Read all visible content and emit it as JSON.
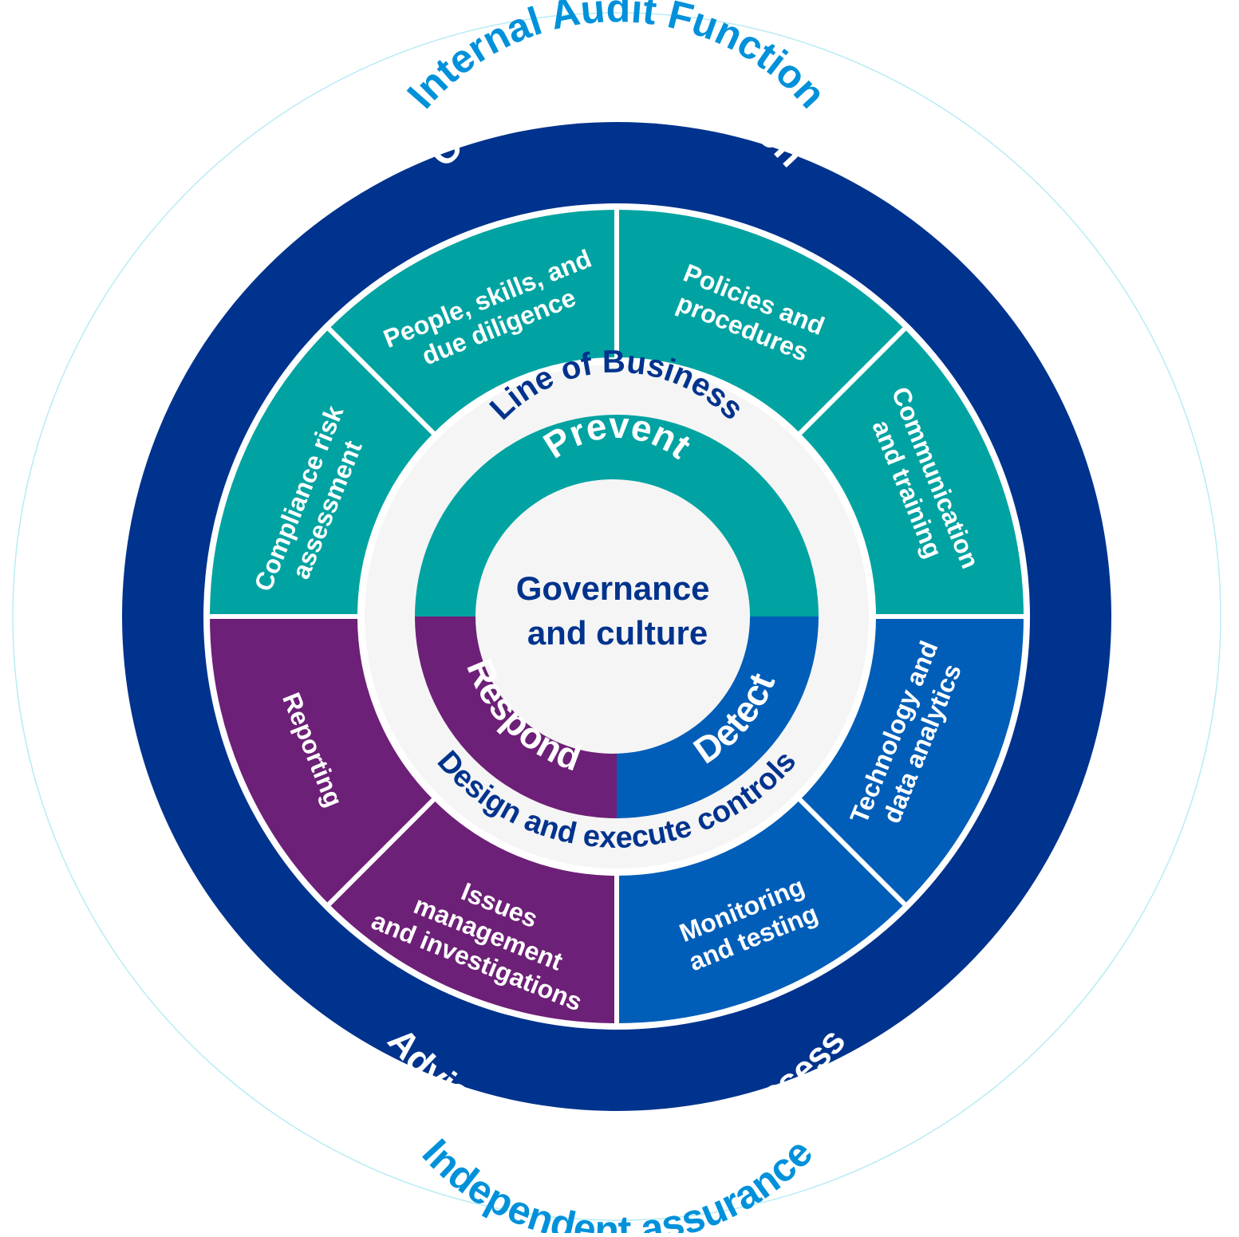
{
  "outer_ring": {
    "top_label": "Internal Audit Function",
    "bottom_label": "Independent assurance"
  },
  "compliance_ring": {
    "top_label": "Compliance Function",
    "bottom_label": "Advise, challenge, and assess"
  },
  "segments": [
    {
      "id": "people",
      "lines": [
        "People, skills, and",
        "due diligence"
      ],
      "group": "prevent"
    },
    {
      "id": "policies",
      "lines": [
        "Policies and",
        "procedures"
      ],
      "group": "prevent"
    },
    {
      "id": "communication",
      "lines": [
        "Communication",
        "and training"
      ],
      "group": "prevent"
    },
    {
      "id": "technology",
      "lines": [
        "Technology and",
        "data analytics"
      ],
      "group": "detect"
    },
    {
      "id": "monitoring",
      "lines": [
        "Monitoring",
        "and testing"
      ],
      "group": "detect"
    },
    {
      "id": "issues",
      "lines": [
        "Issues",
        "management",
        "and investigations"
      ],
      "group": "respond"
    },
    {
      "id": "reporting",
      "lines": [
        "Reporting"
      ],
      "group": "respond"
    },
    {
      "id": "risk",
      "lines": [
        "Compliance risk",
        "assessment"
      ],
      "group": "prevent"
    }
  ],
  "business_ring": {
    "top_label": "Line of Business",
    "bottom_label": "Design and execute controls"
  },
  "inner_ring": {
    "prevent_label": "Prevent",
    "detect_label": "Detect",
    "respond_label": "Respond"
  },
  "center": {
    "lines": [
      "Governance",
      "and culture"
    ]
  },
  "colors": {
    "prevent": "#00a3a1",
    "detect": "#005eb8",
    "respond": "#6d2077",
    "navy": "#00338d",
    "light_blue": "#0091da",
    "light_gray": "#f5f5f5"
  }
}
